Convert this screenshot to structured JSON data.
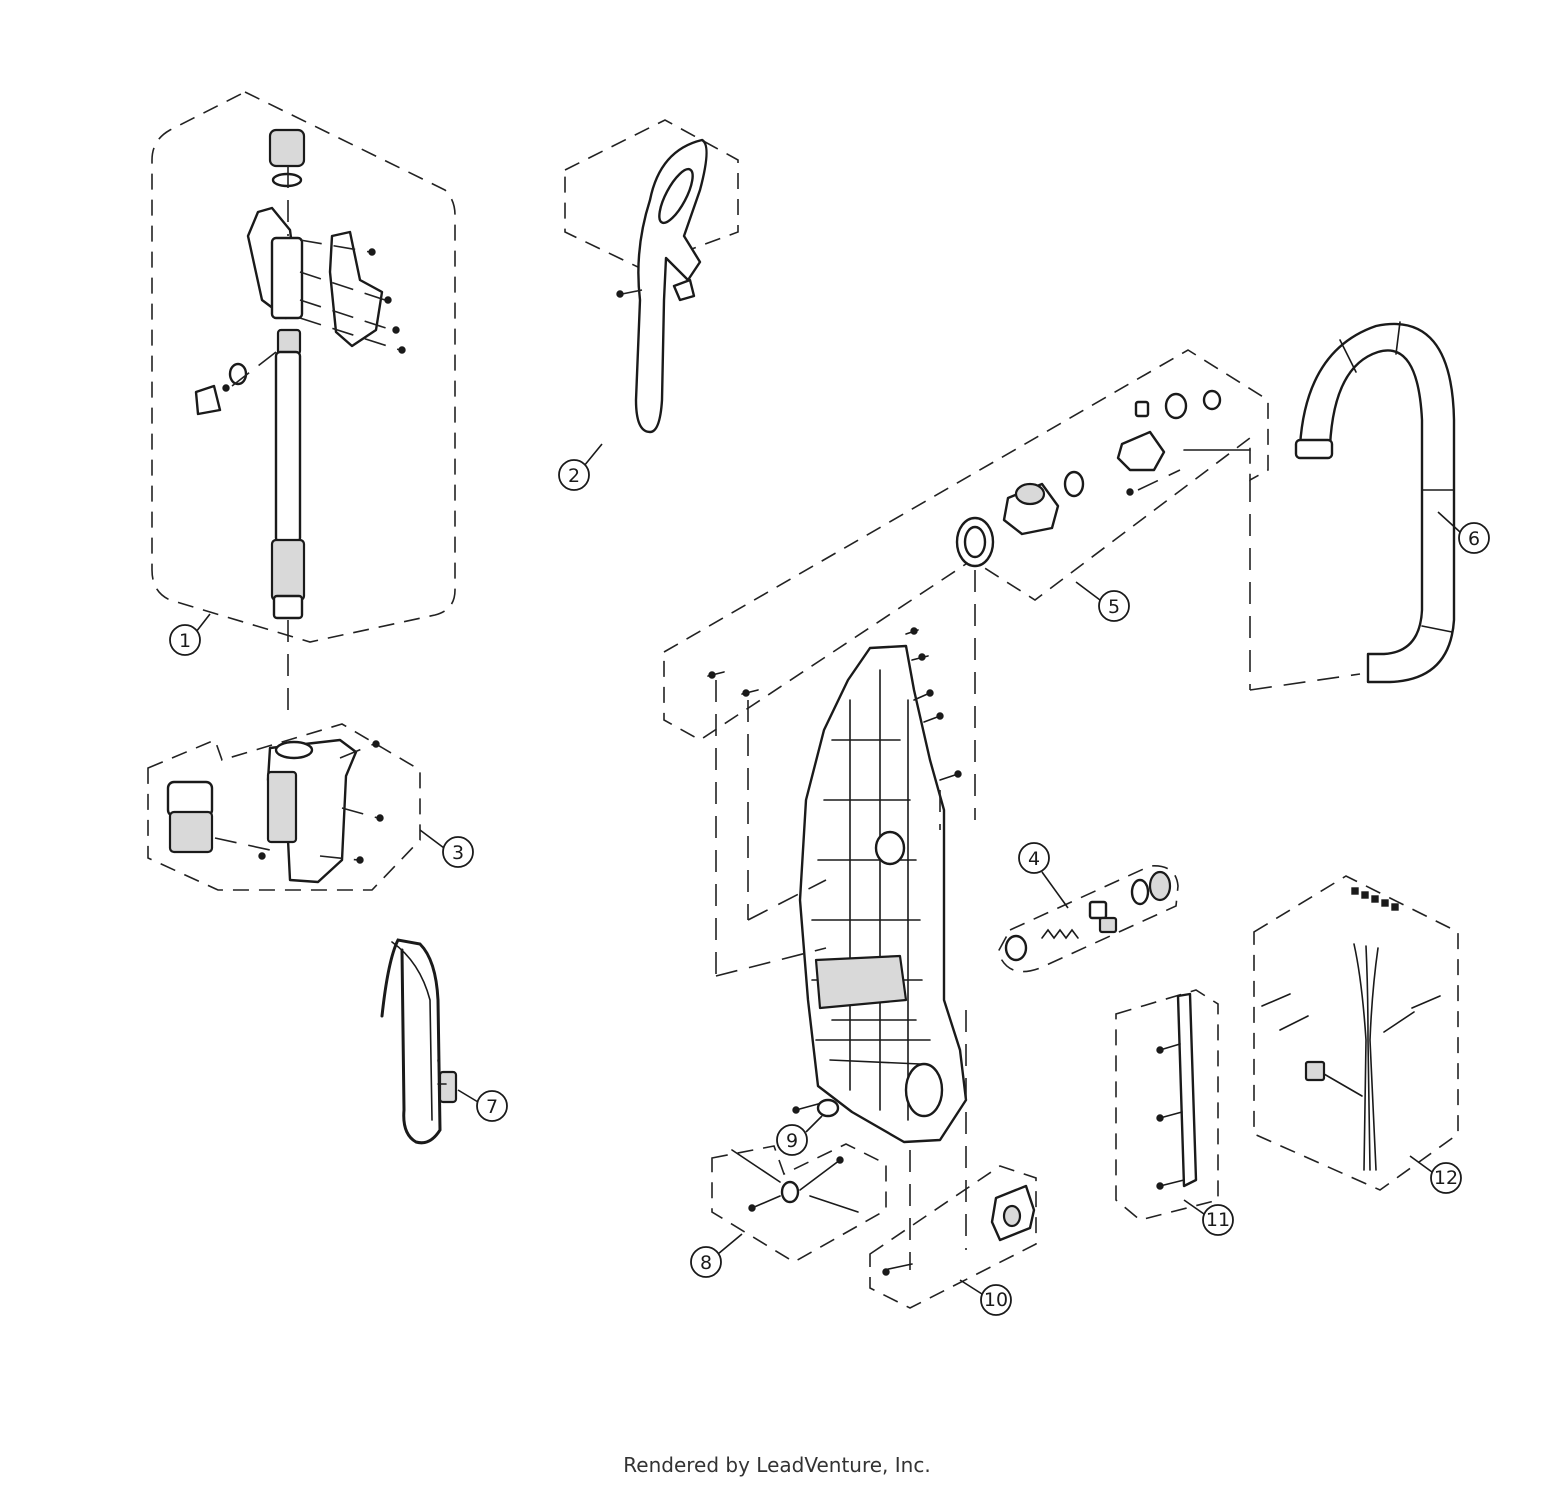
{
  "callouts": [
    {
      "label": "1"
    },
    {
      "label": "2"
    },
    {
      "label": "3"
    },
    {
      "label": "4"
    },
    {
      "label": "5"
    },
    {
      "label": "6"
    },
    {
      "label": "7"
    },
    {
      "label": "8"
    },
    {
      "label": "9"
    },
    {
      "label": "10"
    },
    {
      "label": "11"
    },
    {
      "label": "12"
    }
  ],
  "footer": {
    "text": "Rendered by LeadVenture, Inc."
  }
}
